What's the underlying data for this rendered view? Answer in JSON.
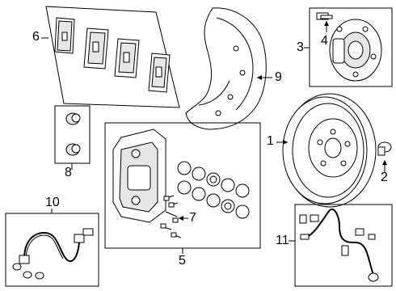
{
  "callouts": {
    "c1": "1",
    "c2": "2",
    "c3": "3",
    "c4": "4",
    "c5": "5",
    "c6": "6",
    "c7": "7",
    "c8": "8",
    "c9": "9",
    "c10": "10",
    "c11": "11"
  },
  "colors": {
    "line": "#000000",
    "background": "#ffffff",
    "shade": "#e6e6e6"
  },
  "parts": [
    {
      "label": "1",
      "icon": "brake-rotor-icon"
    },
    {
      "label": "2",
      "icon": "rotor-screw-icon"
    },
    {
      "label": "3",
      "icon": "hub-bearing-icon"
    },
    {
      "label": "4",
      "icon": "wheel-stud-icon"
    },
    {
      "label": "5",
      "icon": "caliper-assembly-icon"
    },
    {
      "label": "6",
      "icon": "brake-pads-icon"
    },
    {
      "label": "7",
      "icon": "caliper-hardware-icon"
    },
    {
      "label": "8",
      "icon": "caliper-boots-icon"
    },
    {
      "label": "9",
      "icon": "splash-shield-icon"
    },
    {
      "label": "10",
      "icon": "brake-hose-icon"
    },
    {
      "label": "11",
      "icon": "abs-sensor-icon"
    }
  ]
}
